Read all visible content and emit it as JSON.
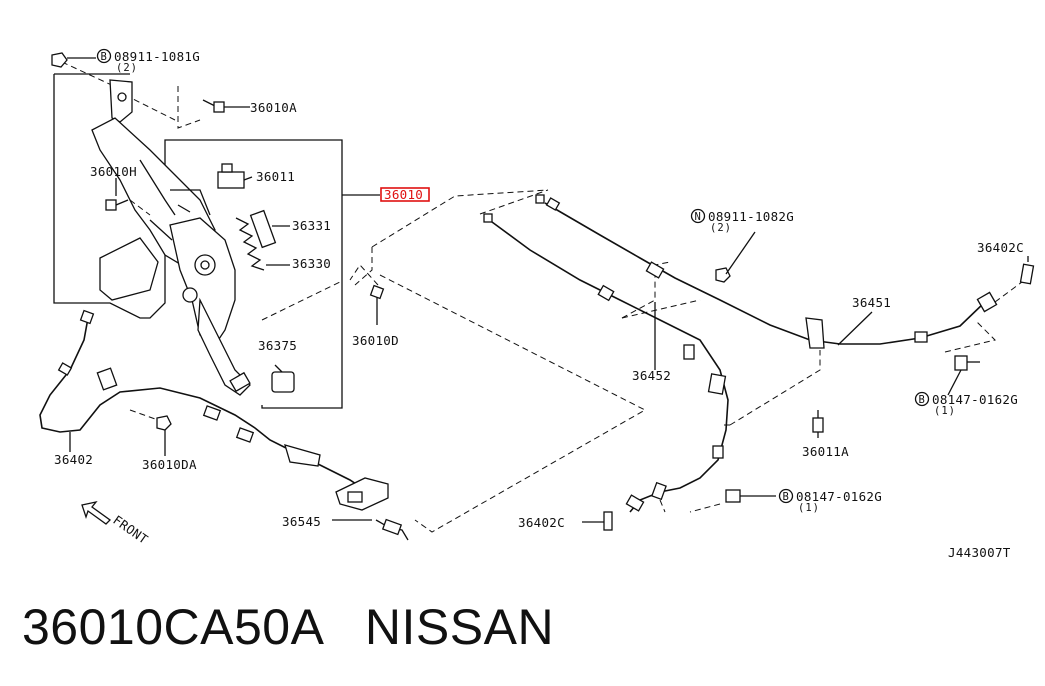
{
  "diagram": {
    "labels": {
      "p08911_1081G": "08911-1081G",
      "p08911_1081G_qty": "(2)",
      "p36010A": "36010A",
      "p36011": "36011",
      "p36010H": "36010H",
      "p36331": "36331",
      "p36330": "36330",
      "p36375": "36375",
      "p36010": "36010",
      "p36010D": "36010D",
      "p36402": "36402",
      "p36010DA": "36010DA",
      "p36545": "36545",
      "p08911_1082G": "08911-1082G",
      "p08911_1082G_qty": "(2)",
      "p36402C_right": "36402C",
      "p36451": "36451",
      "p36452": "36452",
      "p08147_0162G_a": "08147-0162G",
      "p08147_0162G_a_qty": "(1)",
      "p36011A": "36011A",
      "p36402C_bottom": "36402C",
      "p08147_0162G_b": "08147-0162G",
      "p08147_0162G_b_qty": "(1)",
      "front": "FRONT",
      "diagram_code": "J443007T"
    },
    "badges": {
      "bolt": "B",
      "nut": "N"
    }
  },
  "caption": {
    "part_number": "36010CA50A",
    "brand": "NISSAN"
  }
}
